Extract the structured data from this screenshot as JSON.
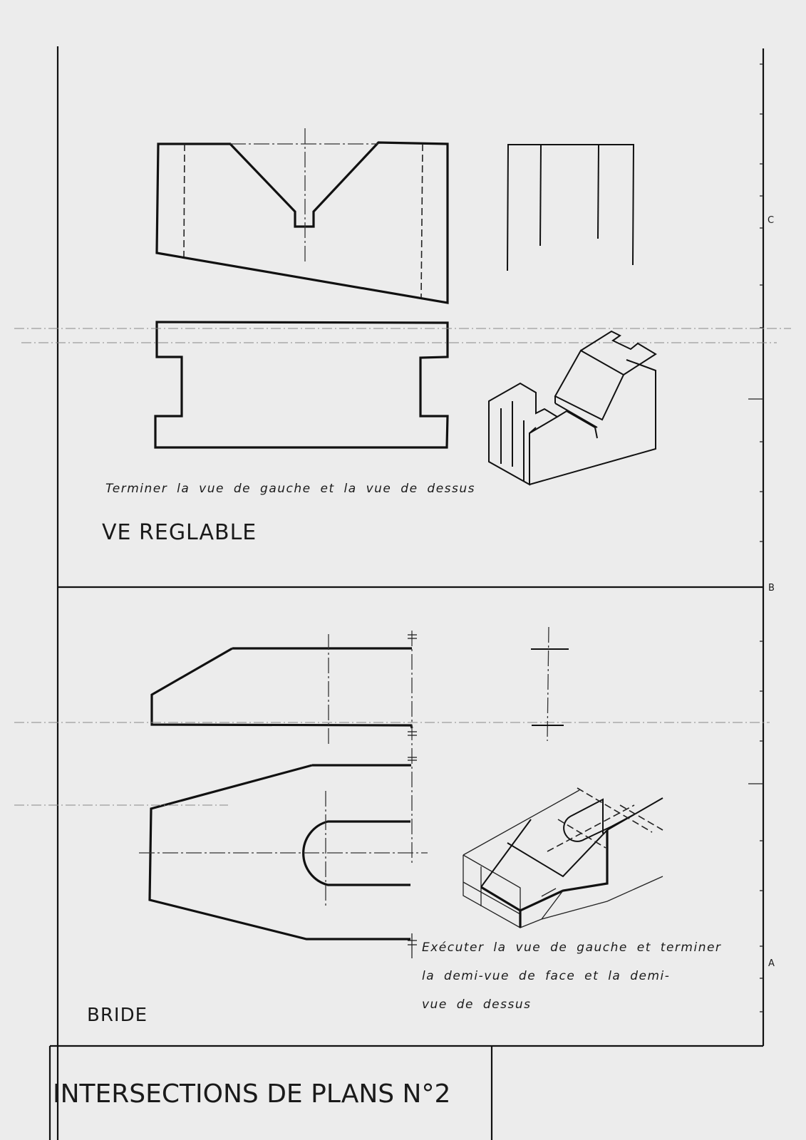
{
  "sheet": {
    "title": "INTERSECTIONS DE PLANS N°2",
    "background_color": "#ececec",
    "line_color": "#111111",
    "zone_markers": [
      "C",
      "B",
      "A"
    ]
  },
  "exercise_1": {
    "name": "VE REGLABLE",
    "instruction": "Terminer la vue de gauche et la vue de dessus",
    "views": [
      "front-view",
      "left-view-incomplete",
      "top-view-incomplete",
      "isometric-view"
    ]
  },
  "exercise_2": {
    "name": "BRIDE",
    "instruction_lines": [
      "Exécuter la vue de gauche et terminer",
      "la demi-vue de face et la demi-",
      "vue de dessus"
    ],
    "views": [
      "half-front-view",
      "half-top-view",
      "left-view-axes",
      "isometric-view"
    ]
  }
}
